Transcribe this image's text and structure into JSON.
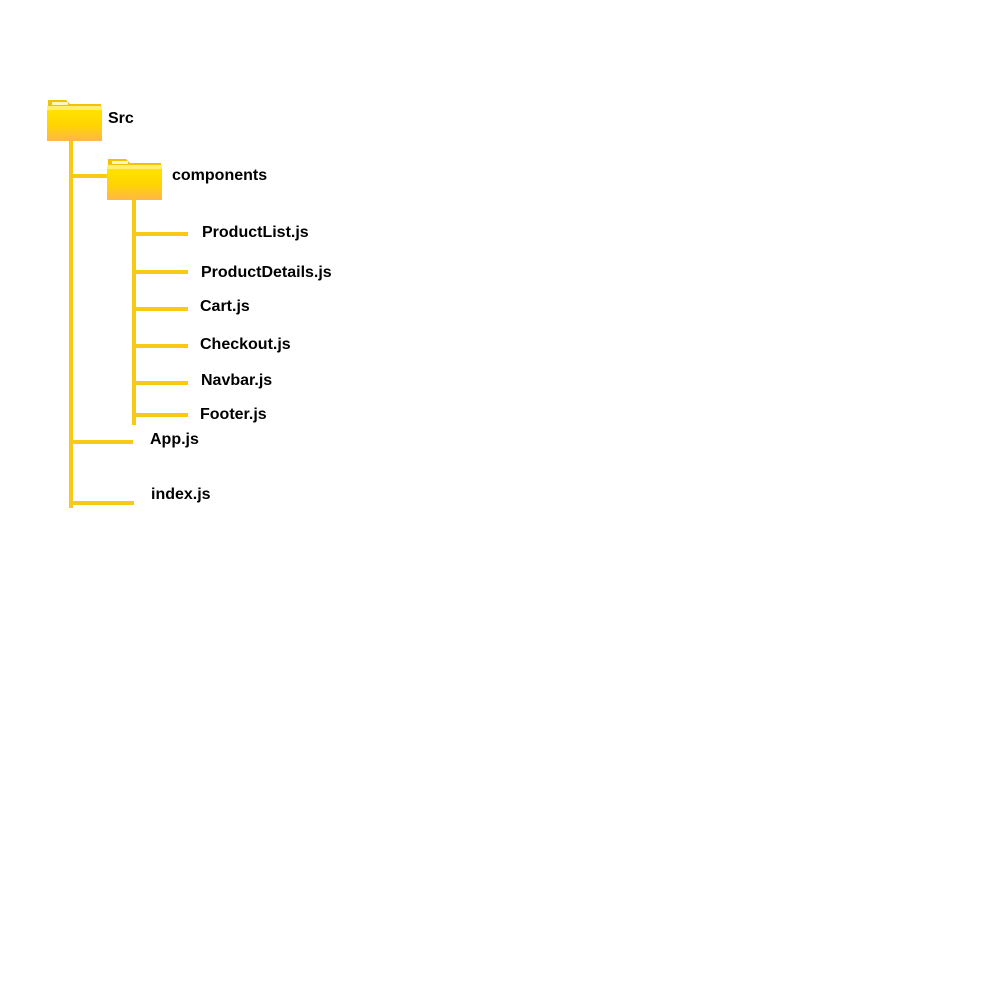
{
  "colors": {
    "connector": "#F7CB15",
    "folder_top": "#FFE000",
    "folder_bottom": "#FFB840",
    "folder_tab": "#F5C400",
    "text": "#000000",
    "background": "#FFFFFF"
  },
  "tree": {
    "root": {
      "label": "Src",
      "icon": "folder-icon"
    },
    "components": {
      "label": "components",
      "icon": "folder-icon",
      "files": [
        {
          "label": "ProductList.js"
        },
        {
          "label": "ProductDetails.js"
        },
        {
          "label": "Cart.js"
        },
        {
          "label": "Checkout.js"
        },
        {
          "label": "Navbar.js"
        },
        {
          "label": "Footer.js"
        }
      ]
    },
    "root_files": [
      {
        "label": "App.js"
      },
      {
        "label": "index.js"
      }
    ]
  }
}
